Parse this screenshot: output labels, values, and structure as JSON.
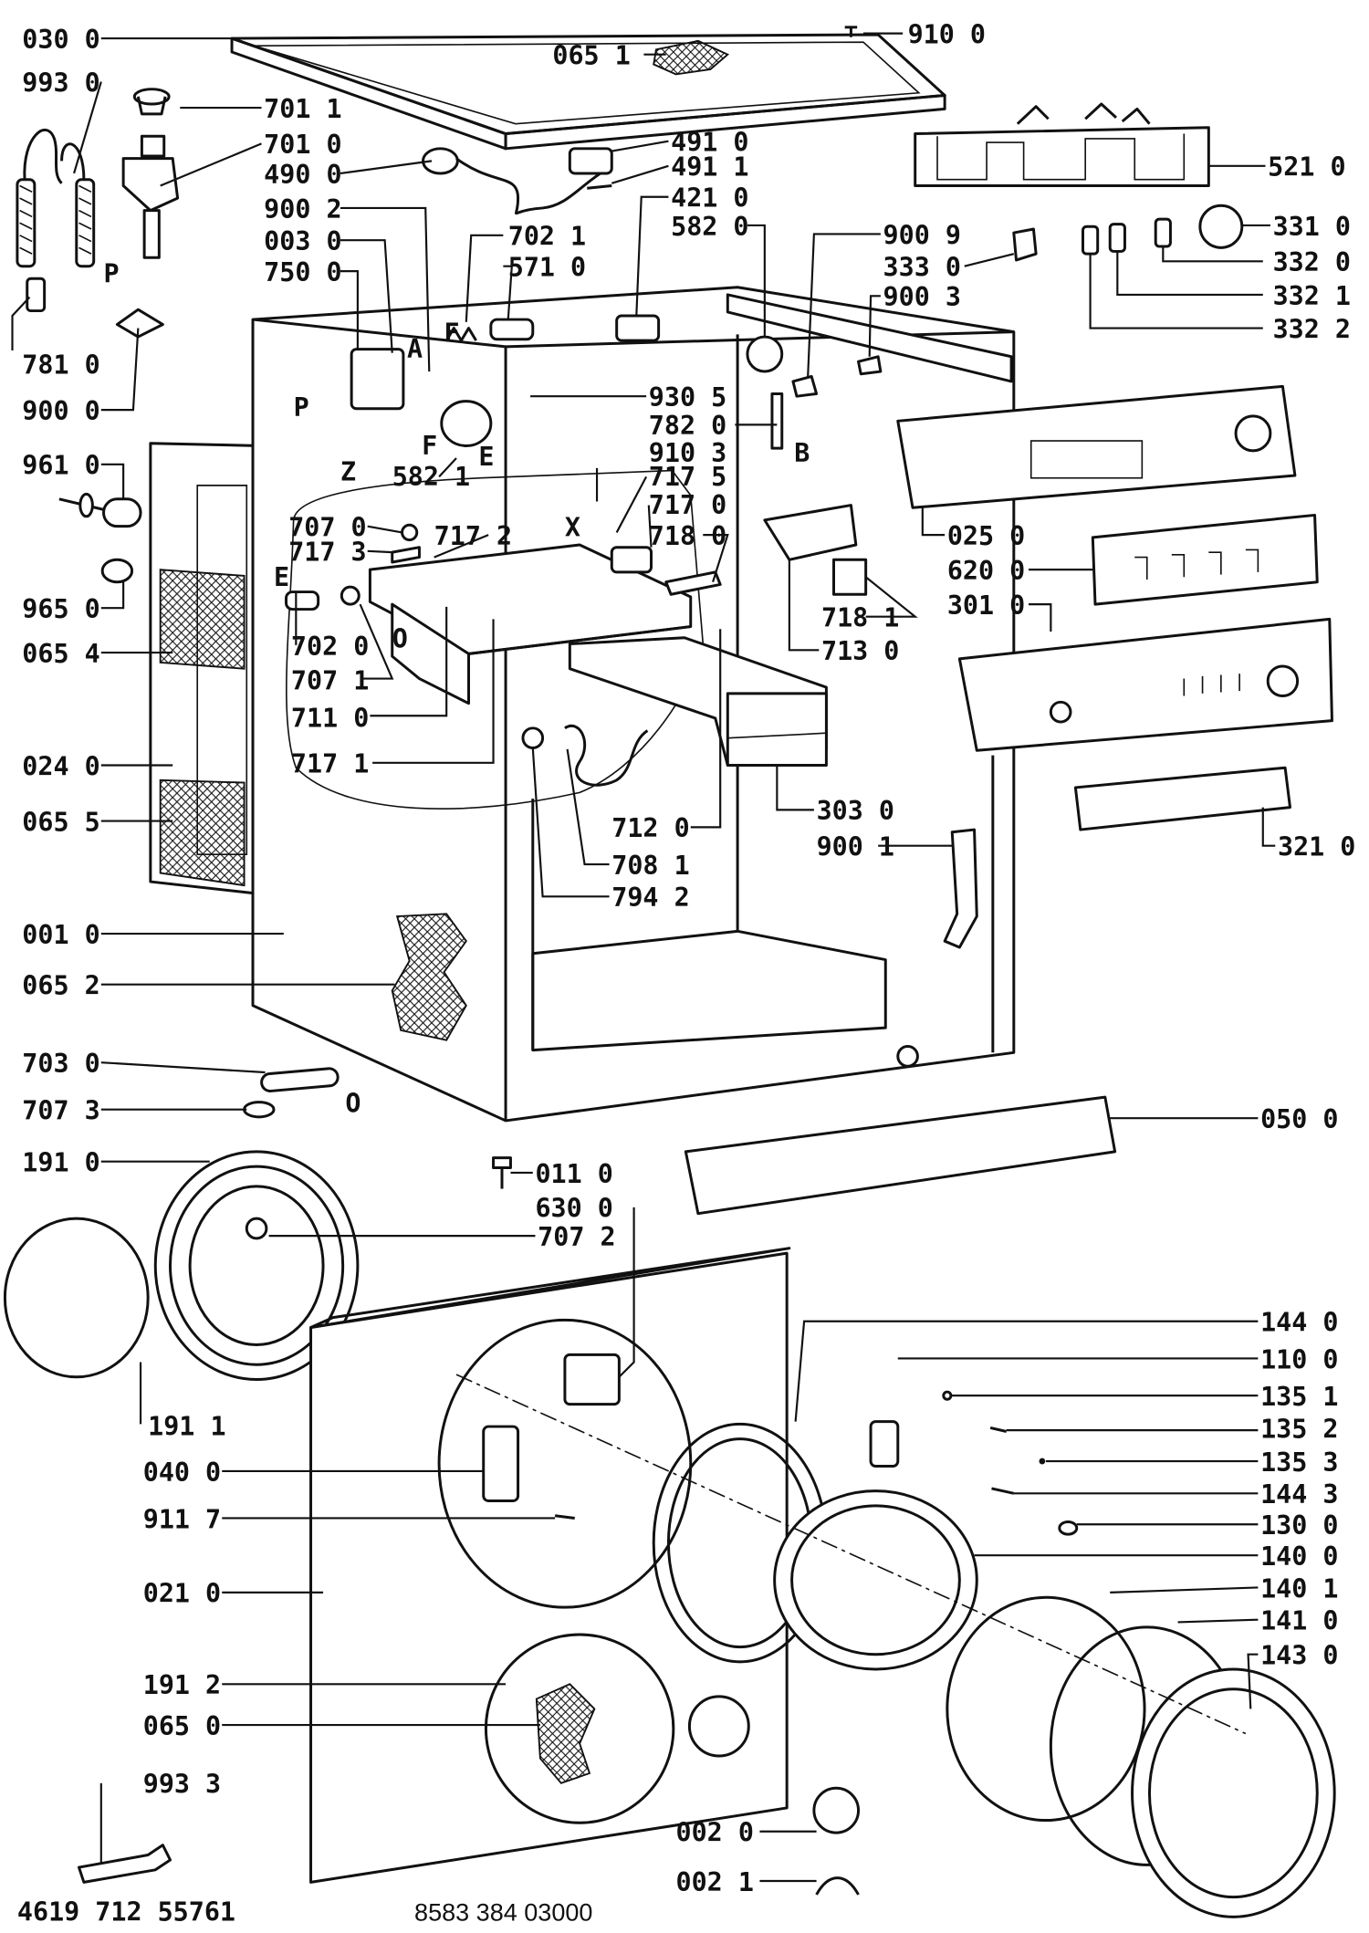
{
  "diagram_title": "",
  "footer": {
    "left_code": "4619 712 55761",
    "center_code": "8583 384 03000"
  },
  "callouts": [
    {
      "id": "c_030_0",
      "label": "030 0"
    },
    {
      "id": "c_993_0",
      "label": "993 0"
    },
    {
      "id": "c_781_0",
      "label": "781 0"
    },
    {
      "id": "c_900_0",
      "label": "900 0"
    },
    {
      "id": "c_961_0",
      "label": "961 0"
    },
    {
      "id": "c_965_0",
      "label": "965 0"
    },
    {
      "id": "c_065_4",
      "label": "065 4"
    },
    {
      "id": "c_024_0",
      "label": "024 0"
    },
    {
      "id": "c_065_5",
      "label": "065 5"
    },
    {
      "id": "c_001_0",
      "label": "001 0"
    },
    {
      "id": "c_065_2",
      "label": "065 2"
    },
    {
      "id": "c_703_0",
      "label": "703 0"
    },
    {
      "id": "c_707_3b",
      "label": "707 3"
    },
    {
      "id": "c_191_0",
      "label": "191 0"
    },
    {
      "id": "c_191_1",
      "label": "191 1"
    },
    {
      "id": "c_040_0",
      "label": "040 0"
    },
    {
      "id": "c_911_7",
      "label": "911 7"
    },
    {
      "id": "c_021_0",
      "label": "021 0"
    },
    {
      "id": "c_191_2",
      "label": "191 2"
    },
    {
      "id": "c_065_0",
      "label": "065 0"
    },
    {
      "id": "c_993_3",
      "label": "993 3"
    },
    {
      "id": "c_065_1",
      "label": "065 1"
    },
    {
      "id": "c_701_1",
      "label": "701 1"
    },
    {
      "id": "c_701_0",
      "label": "701 0"
    },
    {
      "id": "c_490_0",
      "label": "490 0"
    },
    {
      "id": "c_900_2",
      "label": "900 2"
    },
    {
      "id": "c_003_0",
      "label": "003 0"
    },
    {
      "id": "c_750_0",
      "label": "750 0"
    },
    {
      "id": "c_702_1",
      "label": "702 1"
    },
    {
      "id": "c_571_0",
      "label": "571 0"
    },
    {
      "id": "c_491_0",
      "label": "491 0"
    },
    {
      "id": "c_491_1",
      "label": "491 1"
    },
    {
      "id": "c_421_0",
      "label": "421 0"
    },
    {
      "id": "c_582_0",
      "label": "582 0"
    },
    {
      "id": "c_910_0",
      "label": "910 0"
    },
    {
      "id": "c_521_0",
      "label": "521 0"
    },
    {
      "id": "c_900_9",
      "label": "900 9"
    },
    {
      "id": "c_333_0",
      "label": "333 0"
    },
    {
      "id": "c_900_3",
      "label": "900 3"
    },
    {
      "id": "c_331_0",
      "label": "331 0"
    },
    {
      "id": "c_332_0",
      "label": "332 0"
    },
    {
      "id": "c_332_1",
      "label": "332 1"
    },
    {
      "id": "c_332_2",
      "label": "332 2"
    },
    {
      "id": "c_930_5",
      "label": "930 5"
    },
    {
      "id": "c_782_0",
      "label": "782 0"
    },
    {
      "id": "c_910_3",
      "label": "910 3"
    },
    {
      "id": "c_717_5",
      "label": "717 5"
    },
    {
      "id": "c_717_0",
      "label": "717 0"
    },
    {
      "id": "c_718_0",
      "label": "718 0"
    },
    {
      "id": "c_707_0",
      "label": "707 0"
    },
    {
      "id": "c_717_3",
      "label": "717 3"
    },
    {
      "id": "c_717_2",
      "label": "717 2"
    },
    {
      "id": "c_702_0",
      "label": "702 0"
    },
    {
      "id": "c_707_1",
      "label": "707 1"
    },
    {
      "id": "c_711_0",
      "label": "711 0"
    },
    {
      "id": "c_717_1",
      "label": "717 1"
    },
    {
      "id": "c_582_1",
      "label": "582 1"
    },
    {
      "id": "c_718_1",
      "label": "718 1"
    },
    {
      "id": "c_713_0",
      "label": "713 0"
    },
    {
      "id": "c_025_0",
      "label": "025 0"
    },
    {
      "id": "c_620_0",
      "label": "620 0"
    },
    {
      "id": "c_301_0",
      "label": "301 0"
    },
    {
      "id": "c_712_0",
      "label": "712 0"
    },
    {
      "id": "c_303_0",
      "label": "303 0"
    },
    {
      "id": "c_708_1",
      "label": "708 1"
    },
    {
      "id": "c_794_2",
      "label": "794 2"
    },
    {
      "id": "c_900_1",
      "label": "900 1"
    },
    {
      "id": "c_321_0",
      "label": "321 0"
    },
    {
      "id": "c_050_0",
      "label": "050 0"
    },
    {
      "id": "c_011_0",
      "label": "011 0"
    },
    {
      "id": "c_630_0",
      "label": "630 0"
    },
    {
      "id": "c_707_2",
      "label": "707 2"
    },
    {
      "id": "c_144_0",
      "label": "144 0"
    },
    {
      "id": "c_110_0",
      "label": "110 0"
    },
    {
      "id": "c_135_1",
      "label": "135 1"
    },
    {
      "id": "c_135_2",
      "label": "135 2"
    },
    {
      "id": "c_135_3",
      "label": "135 3"
    },
    {
      "id": "c_144_3",
      "label": "144 3"
    },
    {
      "id": "c_130_0",
      "label": "130 0"
    },
    {
      "id": "c_140_0",
      "label": "140 0"
    },
    {
      "id": "c_140_1",
      "label": "140 1"
    },
    {
      "id": "c_141_0",
      "label": "141 0"
    },
    {
      "id": "c_143_0",
      "label": "143 0"
    },
    {
      "id": "c_002_0",
      "label": "002 0"
    },
    {
      "id": "c_002_1",
      "label": "002 1"
    }
  ],
  "reference_letters": [
    {
      "id": "r_P1",
      "label": "P"
    },
    {
      "id": "r_P2",
      "label": "P"
    },
    {
      "id": "r_A",
      "label": "A"
    },
    {
      "id": "r_F1",
      "label": "F"
    },
    {
      "id": "r_F2",
      "label": "F"
    },
    {
      "id": "r_Z",
      "label": "Z"
    },
    {
      "id": "r_E1",
      "label": "E"
    },
    {
      "id": "r_E2",
      "label": "E"
    },
    {
      "id": "r_B",
      "label": "B"
    },
    {
      "id": "r_X",
      "label": "X"
    },
    {
      "id": "r_O1",
      "label": "O"
    },
    {
      "id": "r_O2",
      "label": "O"
    }
  ]
}
